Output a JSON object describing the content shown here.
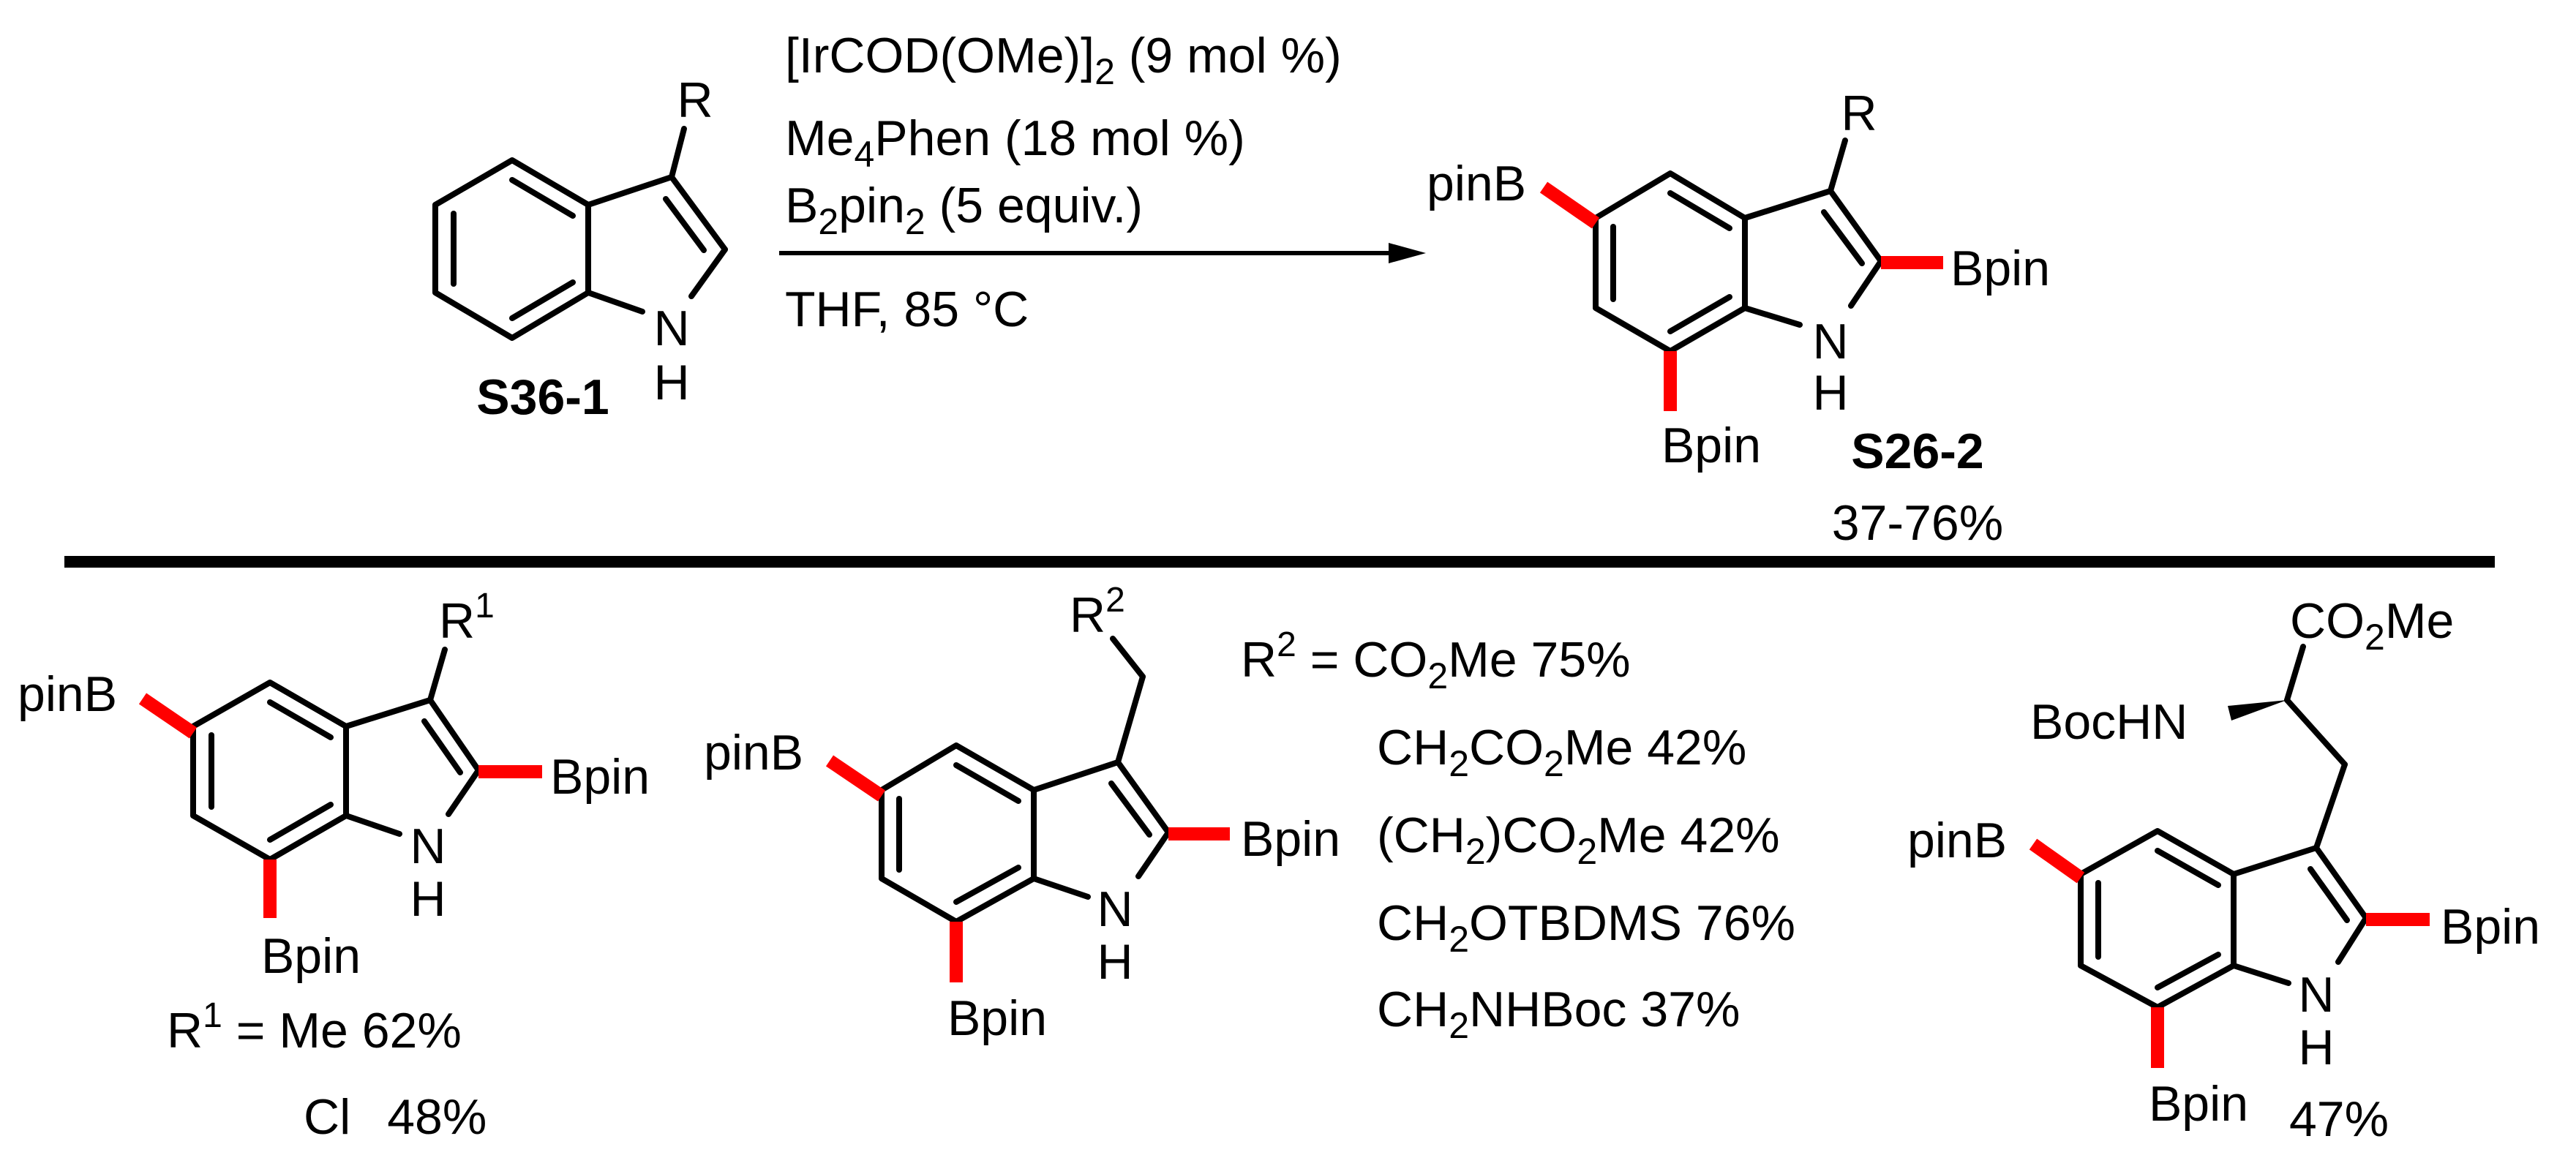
{
  "colors": {
    "bond": "#000000",
    "new_bond": "#ff0000",
    "background": "#ffffff"
  },
  "reaction": {
    "starting_material": {
      "label": "S36-1",
      "substituent": "R",
      "n_label": "N",
      "h_label": "H"
    },
    "conditions": {
      "line1": {
        "main": "[IrCOD(OMe)]",
        "sub": "2",
        "tail": " (9 mol %)"
      },
      "line2": {
        "main": "Me",
        "sub": "4",
        "tail": "Phen (18 mol %)"
      },
      "line3": {
        "main": "B",
        "sub": "2",
        "mid": "pin",
        "sub2": "2",
        "tail": " (5 equiv.)"
      },
      "line4": "THF, 85 °C"
    },
    "product": {
      "label": "S26-2",
      "yield_range": "37-76%",
      "substituent": "R",
      "pinB": "pinB",
      "bpin_c2": "Bpin",
      "bpin_c7": "Bpin",
      "n_label": "N",
      "h_label": "H"
    }
  },
  "examples": [
    {
      "substituent_label": "R",
      "substituent_sup": "1",
      "pinB": "pinB",
      "bpin_c2": "Bpin",
      "bpin_c7": "Bpin",
      "n_label": "N",
      "h_label": "H",
      "entries": [
        {
          "r_prefix": "R",
          "r_sup": "1",
          "eq": " = ",
          "group": "Me",
          "yield": "62%"
        },
        {
          "group": "Cl",
          "yield": "48%"
        }
      ]
    },
    {
      "substituent_label": "R",
      "substituent_sup": "2",
      "pinB": "pinB",
      "bpin_c2": "Bpin",
      "bpin_c7": "Bpin",
      "n_label": "N",
      "h_label": "H",
      "entries": [
        {
          "r_prefix": "R",
          "r_sup": "2",
          "eq": " = ",
          "parts": [
            "CO",
            "2",
            "Me"
          ],
          "yield": "75%"
        },
        {
          "parts": [
            "CH",
            "2",
            "CO",
            "2",
            "Me"
          ],
          "yield": "42%"
        },
        {
          "parts": [
            "(CH",
            "2",
            ")CO",
            "2",
            "Me"
          ],
          "yield": "42%"
        },
        {
          "parts": [
            "CH",
            "2",
            "OTBDMS"
          ],
          "yield": "76%"
        },
        {
          "parts": [
            "CH",
            "2",
            "NHBoc"
          ],
          "yield": "37%"
        }
      ]
    },
    {
      "ester": {
        "main": "CO",
        "sub": "2",
        "tail": "Me"
      },
      "amine": "BocHN",
      "pinB": "pinB",
      "bpin_c2": "Bpin",
      "bpin_c7": "Bpin",
      "n_label": "N",
      "h_label": "H",
      "yield": "47%"
    }
  ]
}
